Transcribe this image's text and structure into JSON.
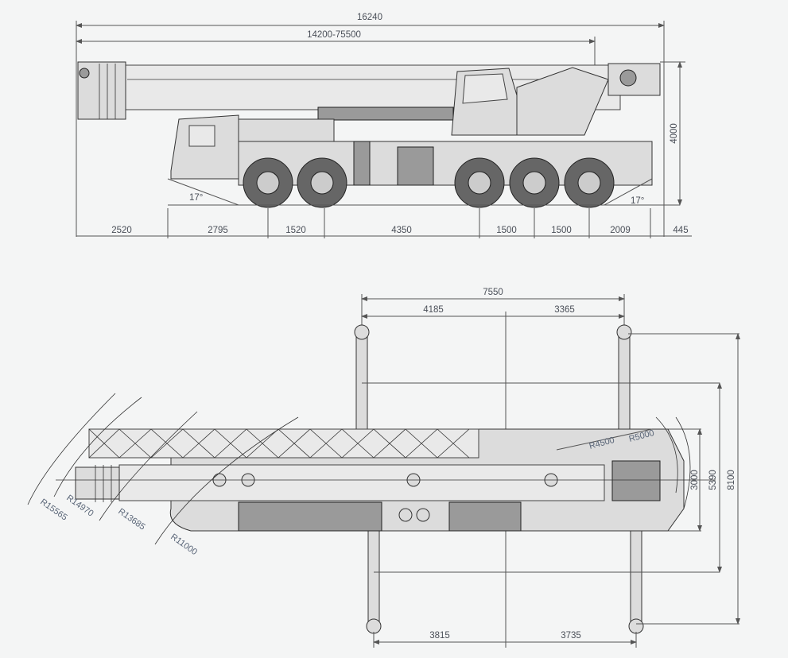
{
  "side_view": {
    "overall_length": "16240",
    "boom_length": "14200-75500",
    "height": "4000",
    "approach_angle": "17°",
    "departure_angle": "17°",
    "segments": [
      "2520",
      "2795",
      "1520",
      "4350",
      "1500",
      "1500",
      "2009",
      "445"
    ]
  },
  "plan_view": {
    "outrigger_span_longitudinal": "7550",
    "front_to_center_top": "4185",
    "rear_to_center_top": "3365",
    "front_to_center_bottom": "3815",
    "rear_to_center_bottom": "3735",
    "width_retracted": "3000",
    "width_mid": "5390",
    "width_extended": "8100",
    "radii": [
      "R15565",
      "R14970",
      "R13685",
      "R11000"
    ],
    "rear_radii": [
      "R4500",
      "R5000"
    ]
  }
}
